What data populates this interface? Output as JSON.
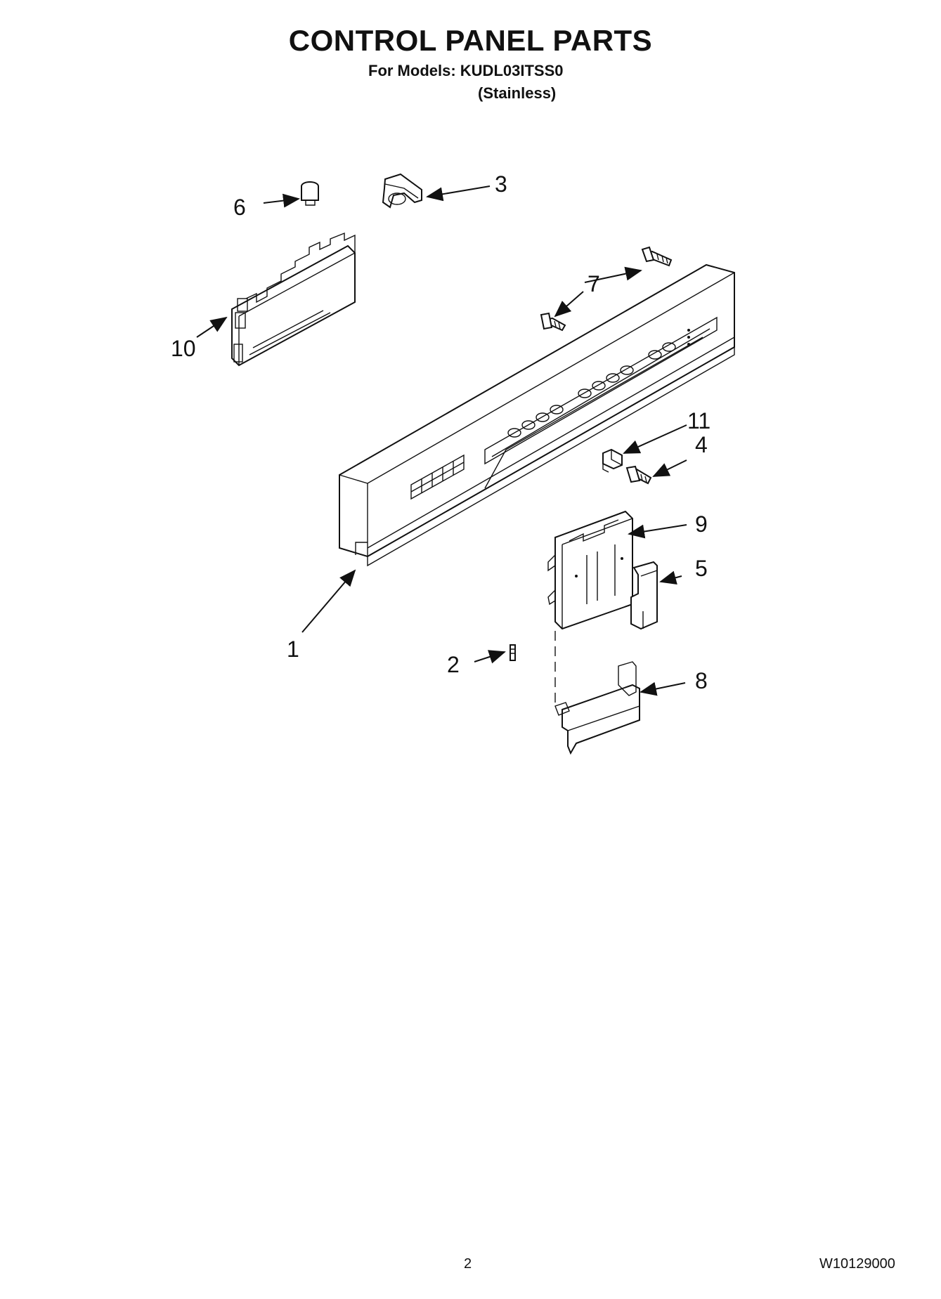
{
  "header": {
    "title": "CONTROL PANEL PARTS",
    "models_line": "For Models: KUDL03ITSS0",
    "finish_line": "(Stainless)"
  },
  "callouts": [
    "1",
    "2",
    "3",
    "4",
    "5",
    "6",
    "7",
    "8",
    "9",
    "10",
    "11"
  ],
  "footer": {
    "page_number": "2",
    "document_number": "W10129000"
  }
}
